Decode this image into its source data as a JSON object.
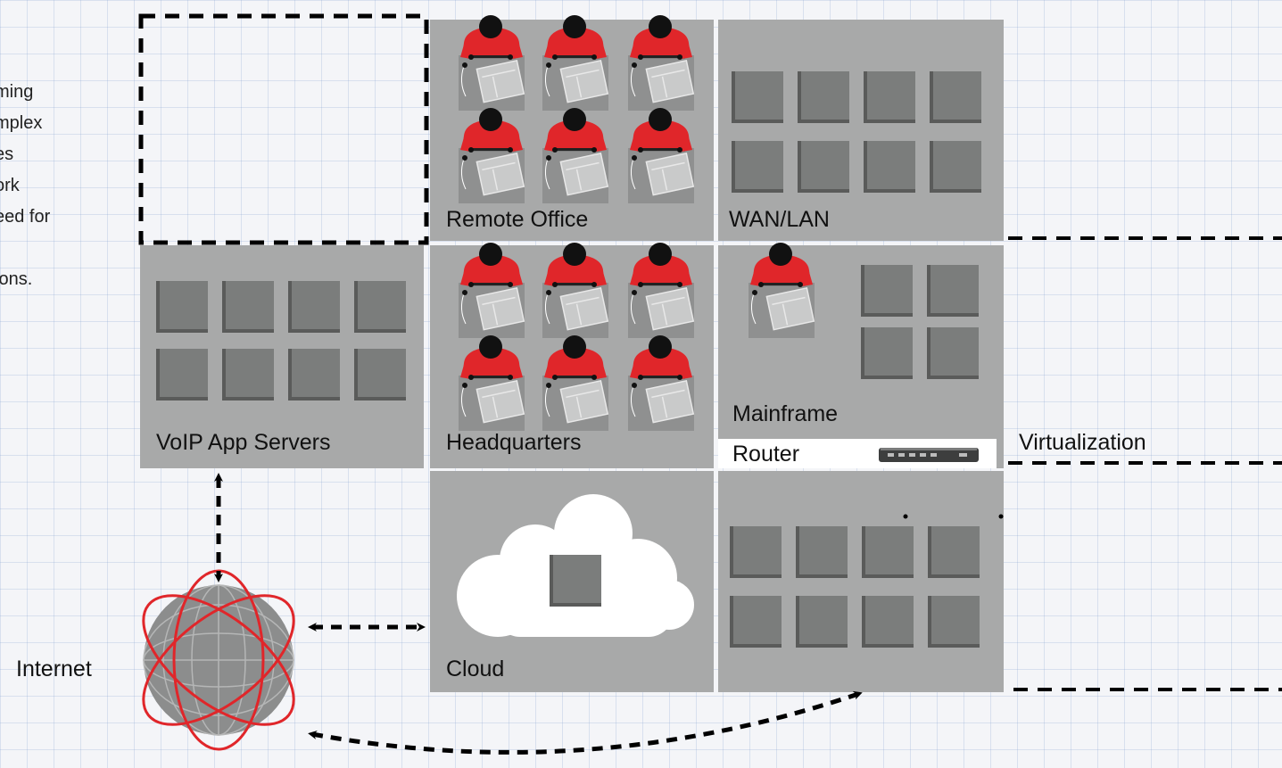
{
  "intro_text": [
    "ming",
    "mplex",
    "es",
    "ork",
    "eed for",
    "",
    "ions."
  ],
  "tiles": {
    "remote_office": "Remote Office",
    "wan_lan": "WAN/LAN",
    "voip": "VoIP App Servers",
    "headquarters": "Headquarters",
    "mainframe": "Mainframe",
    "router": "Router",
    "cloud": "Cloud"
  },
  "labels": {
    "virtualization": "Virtualization",
    "internet": "Internet"
  },
  "colors": {
    "tile": "#a8a9a9",
    "server": "#7b7d7c",
    "accent": "#e0262a",
    "background": "#f4f5f8"
  }
}
